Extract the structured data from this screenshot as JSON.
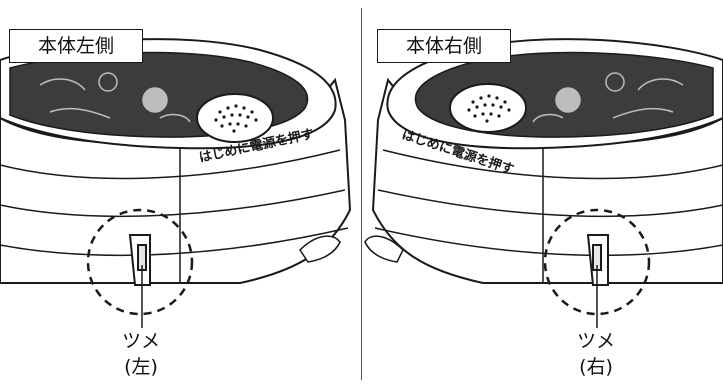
{
  "panels": [
    {
      "title": "本体左側",
      "button_text": "はじめに電源を押す",
      "part_label": "ツメ",
      "side_label": "(左)"
    },
    {
      "title": "本体右側",
      "button_text": "はじめに電源を押す",
      "part_label": "ツメ",
      "side_label": "(右)"
    }
  ],
  "colors": {
    "line": "#1a1a1a",
    "lid_dark": "#3c3c3c",
    "body_white": "#ffffff"
  }
}
